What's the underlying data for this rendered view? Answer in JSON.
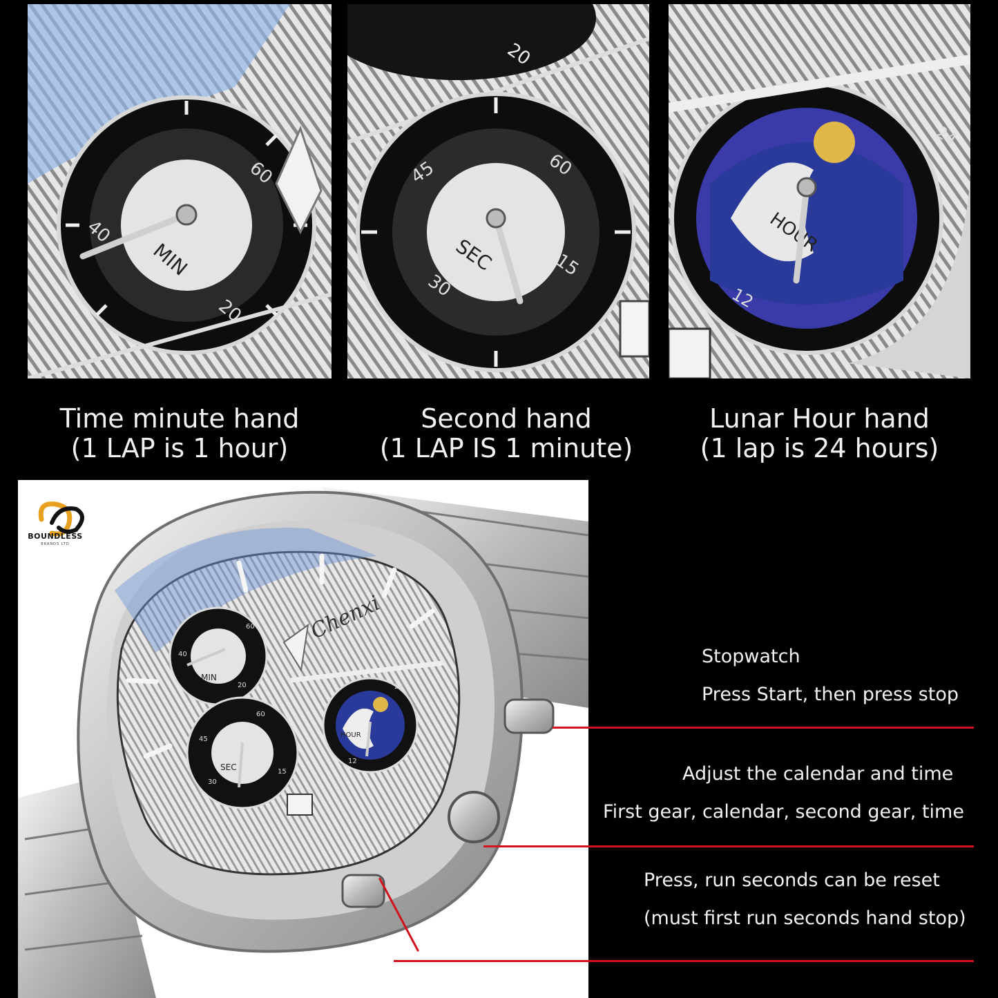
{
  "panels": [
    {
      "caption_line1": "Time minute hand",
      "caption_line2": "(1 LAP is 1 hour)",
      "dial": {
        "label": "MIN",
        "numerals": [
          "60",
          "40",
          "20"
        ]
      }
    },
    {
      "caption_line1": "Second hand",
      "caption_line2": "(1 LAP IS 1 minute)",
      "dial": {
        "label": "SEC",
        "numerals": [
          "60",
          "45",
          "30",
          "15"
        ]
      }
    },
    {
      "caption_line1": "Lunar Hour hand",
      "caption_line2": "(1 lap is 24 hours)",
      "dial": {
        "label": "HOUR",
        "numerals": [
          "24",
          "12"
        ]
      }
    }
  ],
  "hero": {
    "brand_script": "Chenxi",
    "subdials": {
      "min_label": "MIN",
      "sec_label": "SEC",
      "hour_label": "HOUR"
    },
    "sub_numerals": {
      "n60": "60",
      "n40": "40",
      "n20": "20",
      "n45": "45",
      "n30": "30",
      "n15": "15",
      "n24": "24",
      "n12": "12"
    },
    "logo": {
      "wordmark": "BOUNDLESS",
      "subtitle": "BRANDS LTD"
    }
  },
  "annotations": [
    {
      "title": "Stopwatch",
      "detail": "Press Start, then press stop"
    },
    {
      "title": "Adjust the calendar and time",
      "detail": "First gear, calendar, second gear, time"
    },
    {
      "title": "Press, run seconds can be reset",
      "detail": "(must first run seconds hand stop)"
    }
  ],
  "colors": {
    "accent_line": "#d1121a",
    "background": "#000000",
    "moon_sky": "#2a3a9a",
    "sun": "#e0b84a"
  }
}
